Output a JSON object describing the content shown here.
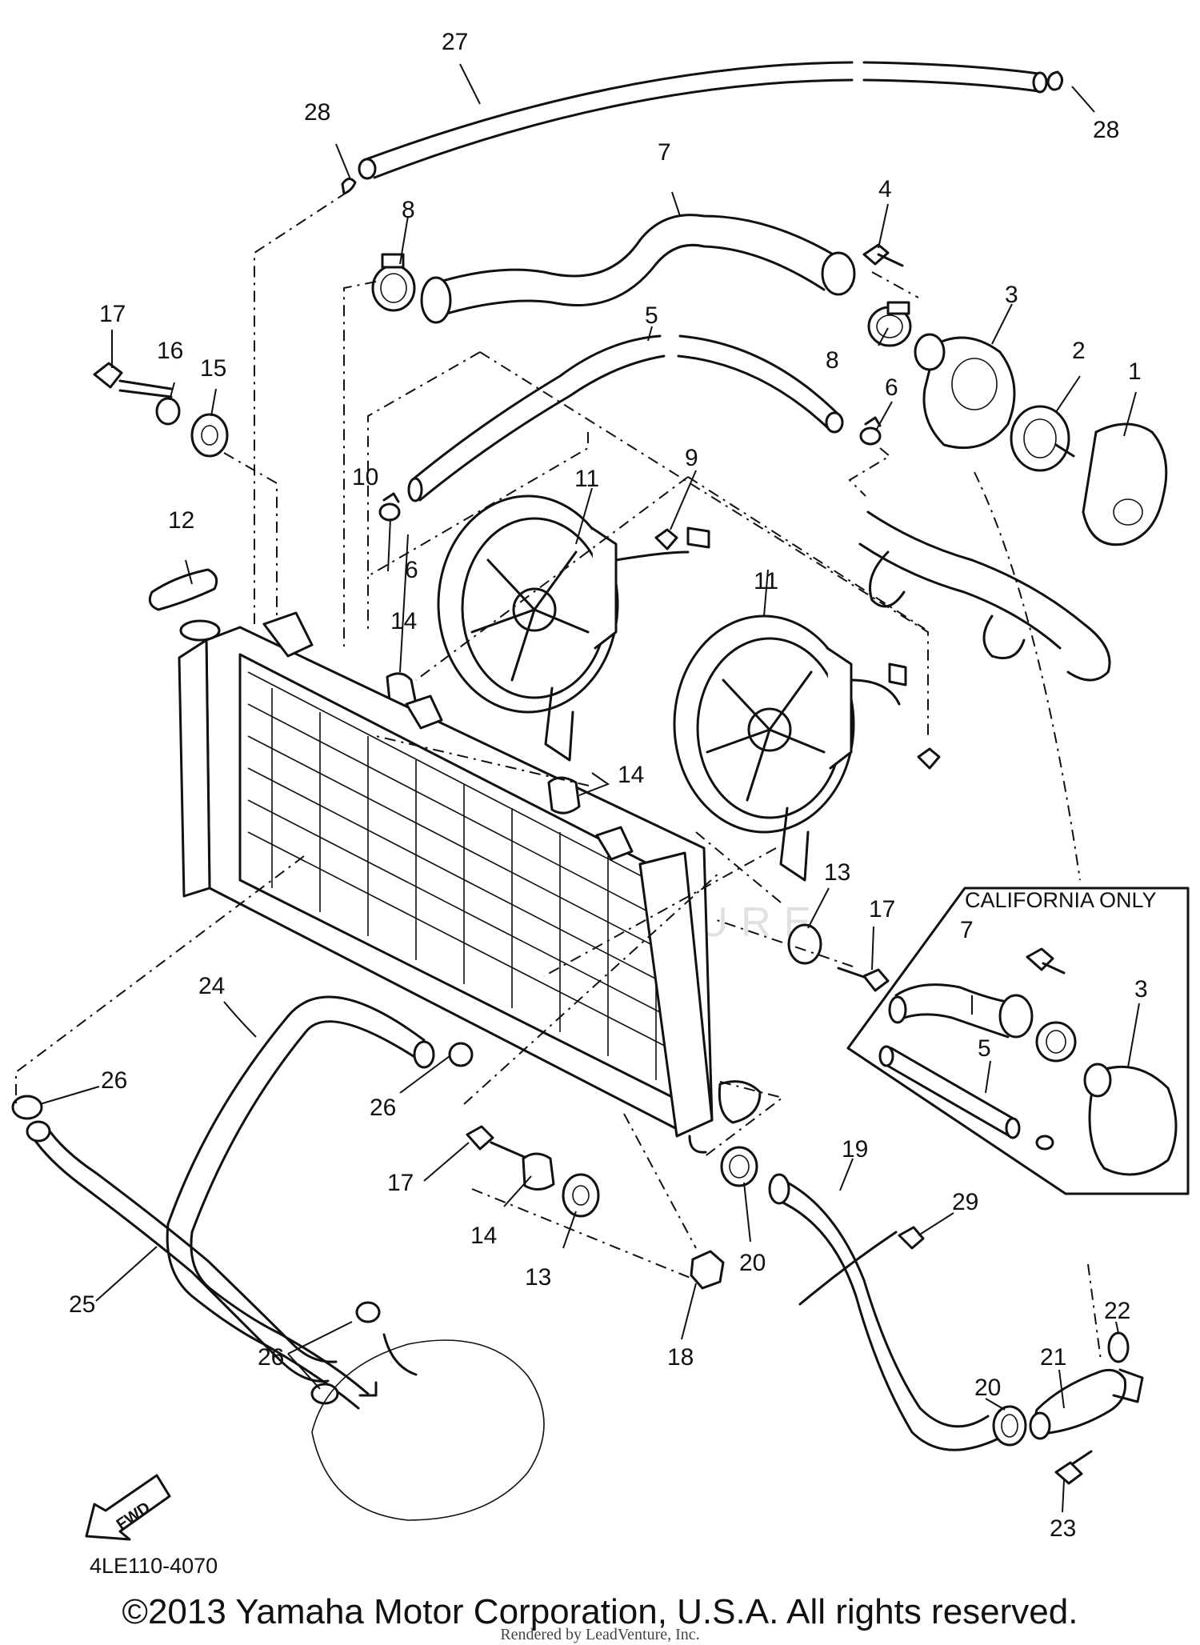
{
  "diagram": {
    "part_numbers": [
      "1",
      "2",
      "3",
      "4",
      "5",
      "6",
      "7",
      "8",
      "9",
      "10",
      "11",
      "12",
      "13",
      "14",
      "15",
      "16",
      "17",
      "18",
      "19",
      "20",
      "21",
      "22",
      "23",
      "24",
      "25",
      "26",
      "27",
      "28",
      "29"
    ],
    "inset_title": "CALIFORNIA ONLY",
    "diagram_code": "4LE110-4070",
    "direction_marker": "FWD",
    "watermark": "LEADVENTURE"
  },
  "footer": {
    "copyright": "©2013 Yamaha Motor Corporation, U.S.A. All rights reserved.",
    "rendered_by": "Rendered by LeadVenture, Inc."
  },
  "colors": {
    "ink": "#111111",
    "background": "#ffffff"
  }
}
